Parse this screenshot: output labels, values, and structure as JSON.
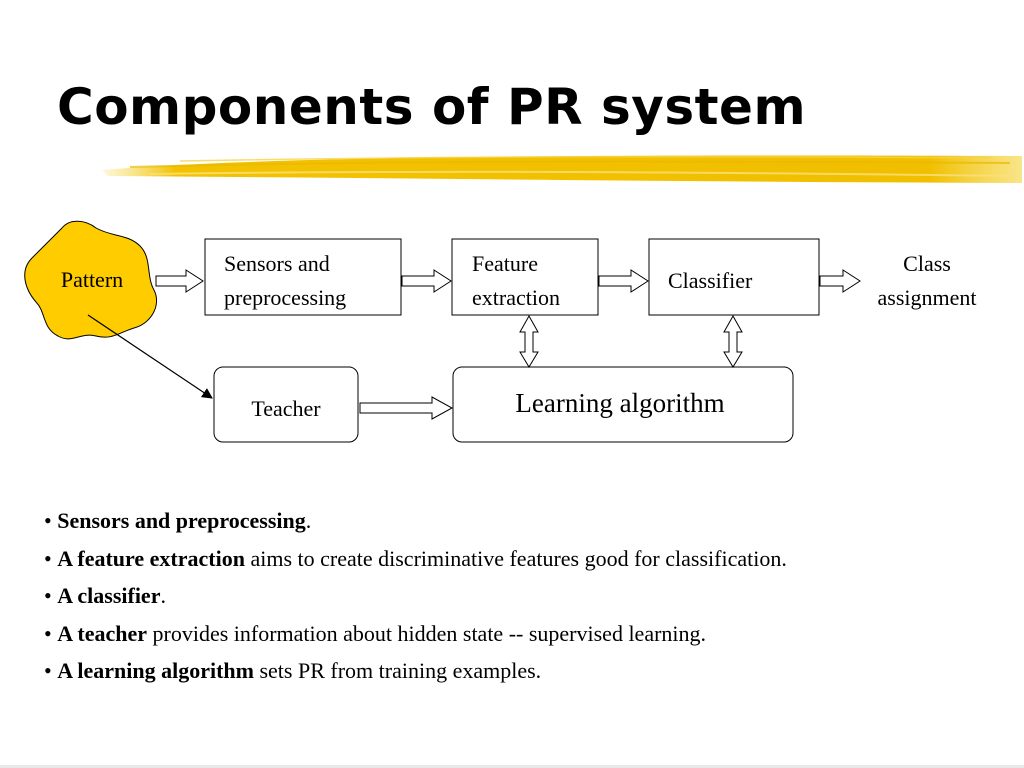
{
  "title": "Components of PR system",
  "diagram": {
    "nodes": {
      "pattern": "Pattern",
      "sensors_line1": "Sensors and",
      "sensors_line2": "preprocessing",
      "feature_line1": "Feature",
      "feature_line2": "extraction",
      "classifier": "Classifier",
      "class_line1": "Class",
      "class_line2": "assignment",
      "teacher": "Teacher",
      "learning": "Learning algorithm"
    },
    "colors": {
      "pattern_fill": "#FFCC00",
      "highlight": "#F2C200"
    }
  },
  "bullets": [
    {
      "bold": "Sensors and preprocessing",
      "rest": "."
    },
    {
      "bold": "A feature extraction",
      "rest": " aims to create discriminative features good for classification."
    },
    {
      "bold": "A classifier",
      "rest": "."
    },
    {
      "bold": "A teacher",
      "rest": " provides information about hidden state -- supervised learning."
    },
    {
      "bold": "A learning algorithm",
      "rest": " sets PR from training examples."
    }
  ]
}
